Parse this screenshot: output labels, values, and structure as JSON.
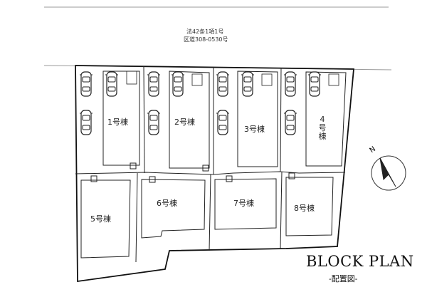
{
  "road": {
    "line1": "法42条1項1号",
    "line2": "区道308-0530号"
  },
  "lots": [
    {
      "id": "lot-1",
      "label": "1号棟"
    },
    {
      "id": "lot-2",
      "label": "2号棟"
    },
    {
      "id": "lot-3",
      "label": "3号棟"
    },
    {
      "id": "lot-4",
      "label": "4号棟"
    },
    {
      "id": "lot-5",
      "label": "5号棟"
    },
    {
      "id": "lot-6",
      "label": "6号棟"
    },
    {
      "id": "lot-7",
      "label": "7号棟"
    },
    {
      "id": "lot-8",
      "label": "8号棟"
    }
  ],
  "compass": {
    "label": "N"
  },
  "title": {
    "main": "BLOCK PLAN",
    "sub": "-配置図-"
  },
  "icons": [
    "car-icon",
    "compass-icon"
  ]
}
